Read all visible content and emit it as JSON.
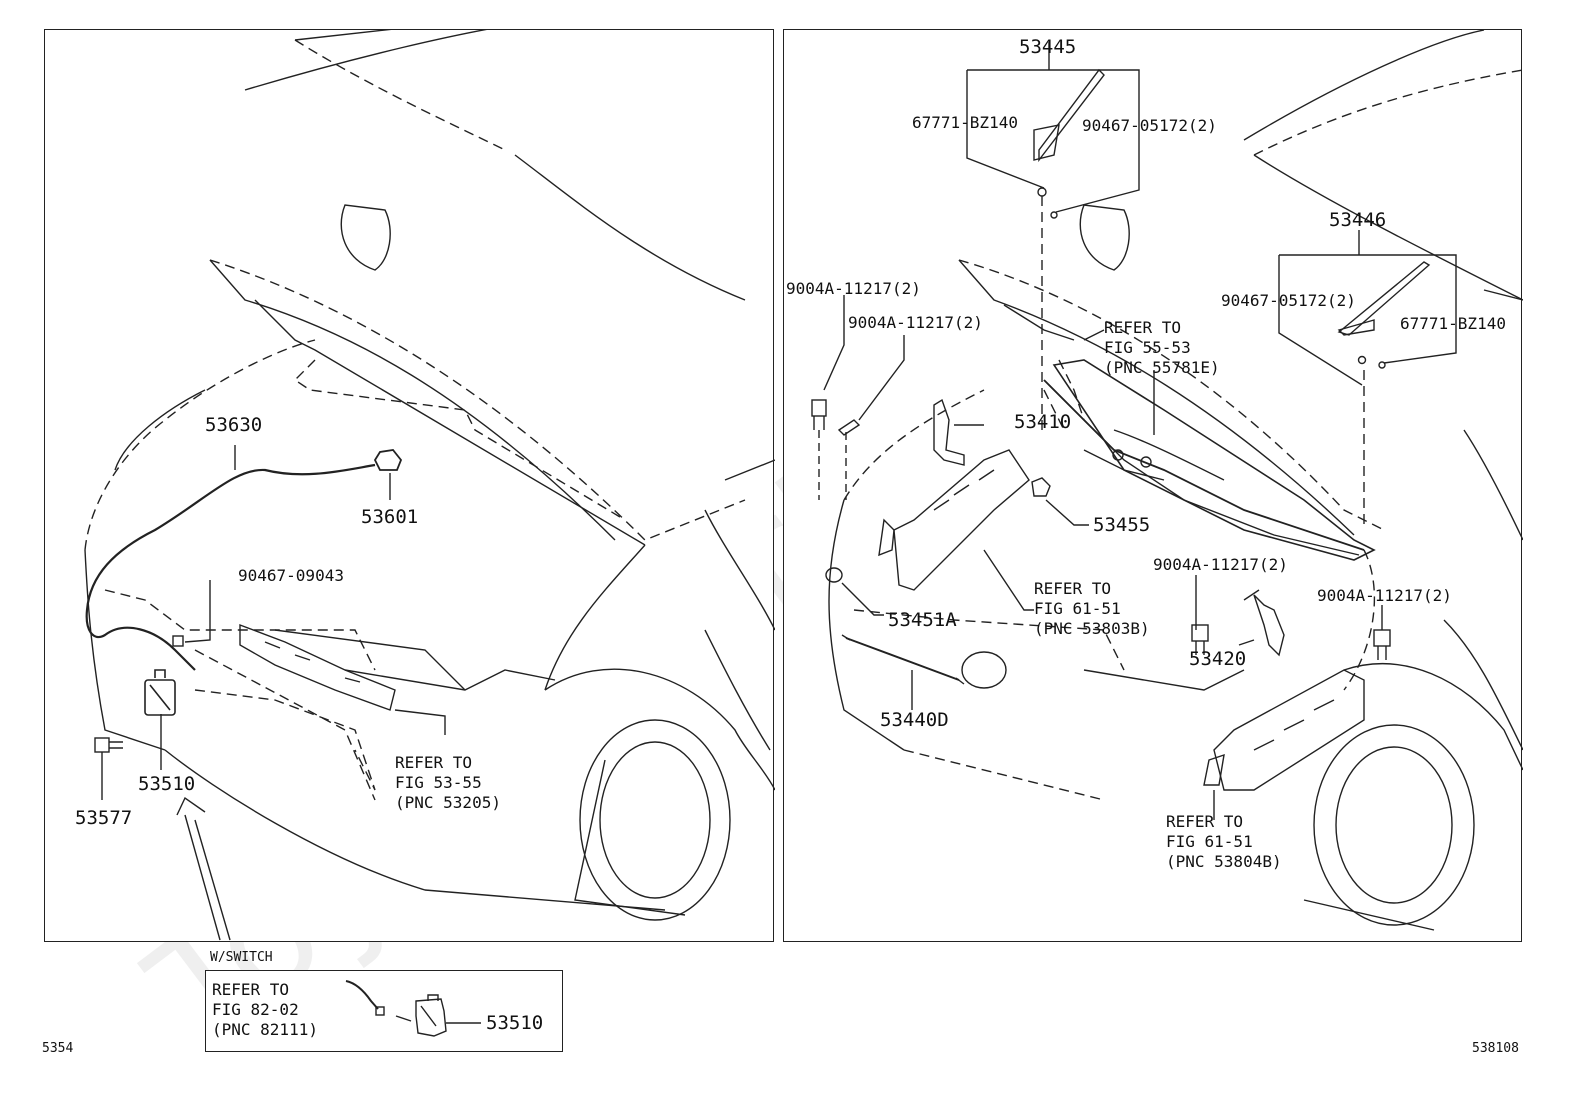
{
  "watermark": "ToyotaCarMe.ru",
  "left_panel": {
    "parts": {
      "p53630": "53630",
      "p53601": "53601",
      "p90467_09043": "90467-09043",
      "p53577": "53577",
      "p53510": "53510"
    },
    "refer_53205": [
      "REFER TO",
      "FIG 53-55",
      "(PNC 53205)"
    ]
  },
  "right_panel": {
    "parts": {
      "p53445": "53445",
      "p67771_left": "67771-BZ140",
      "p90467_05172_a": "90467-05172(2)",
      "p53446": "53446",
      "p90467_05172_b": "90467-05172(2)",
      "p67771_right": "67771-BZ140",
      "p9004a_a": "9004A-11217(2)",
      "p9004a_b": "9004A-11217(2)",
      "p53410": "53410",
      "p53455": "53455",
      "p53451a": "53451A",
      "p53440d": "53440D",
      "p9004a_c": "9004A-11217(2)",
      "p9004a_d": "9004A-11217(2)",
      "p53420": "53420"
    },
    "refer_55781e": [
      "REFER TO",
      "FIG 55-53",
      "(PNC 55781E)"
    ],
    "refer_53803b": [
      "REFER TO",
      "FIG 61-51",
      "(PNC 53803B)"
    ],
    "refer_53804b": [
      "REFER TO",
      "FIG 61-51",
      "(PNC 53804B)"
    ]
  },
  "switch_box": {
    "caption": "W/SWITCH",
    "refer_82111": [
      "REFER TO",
      "FIG 82-02",
      "(PNC 82111)"
    ],
    "part": "53510"
  },
  "footer": {
    "left_code": "5354",
    "right_code": "538108"
  }
}
